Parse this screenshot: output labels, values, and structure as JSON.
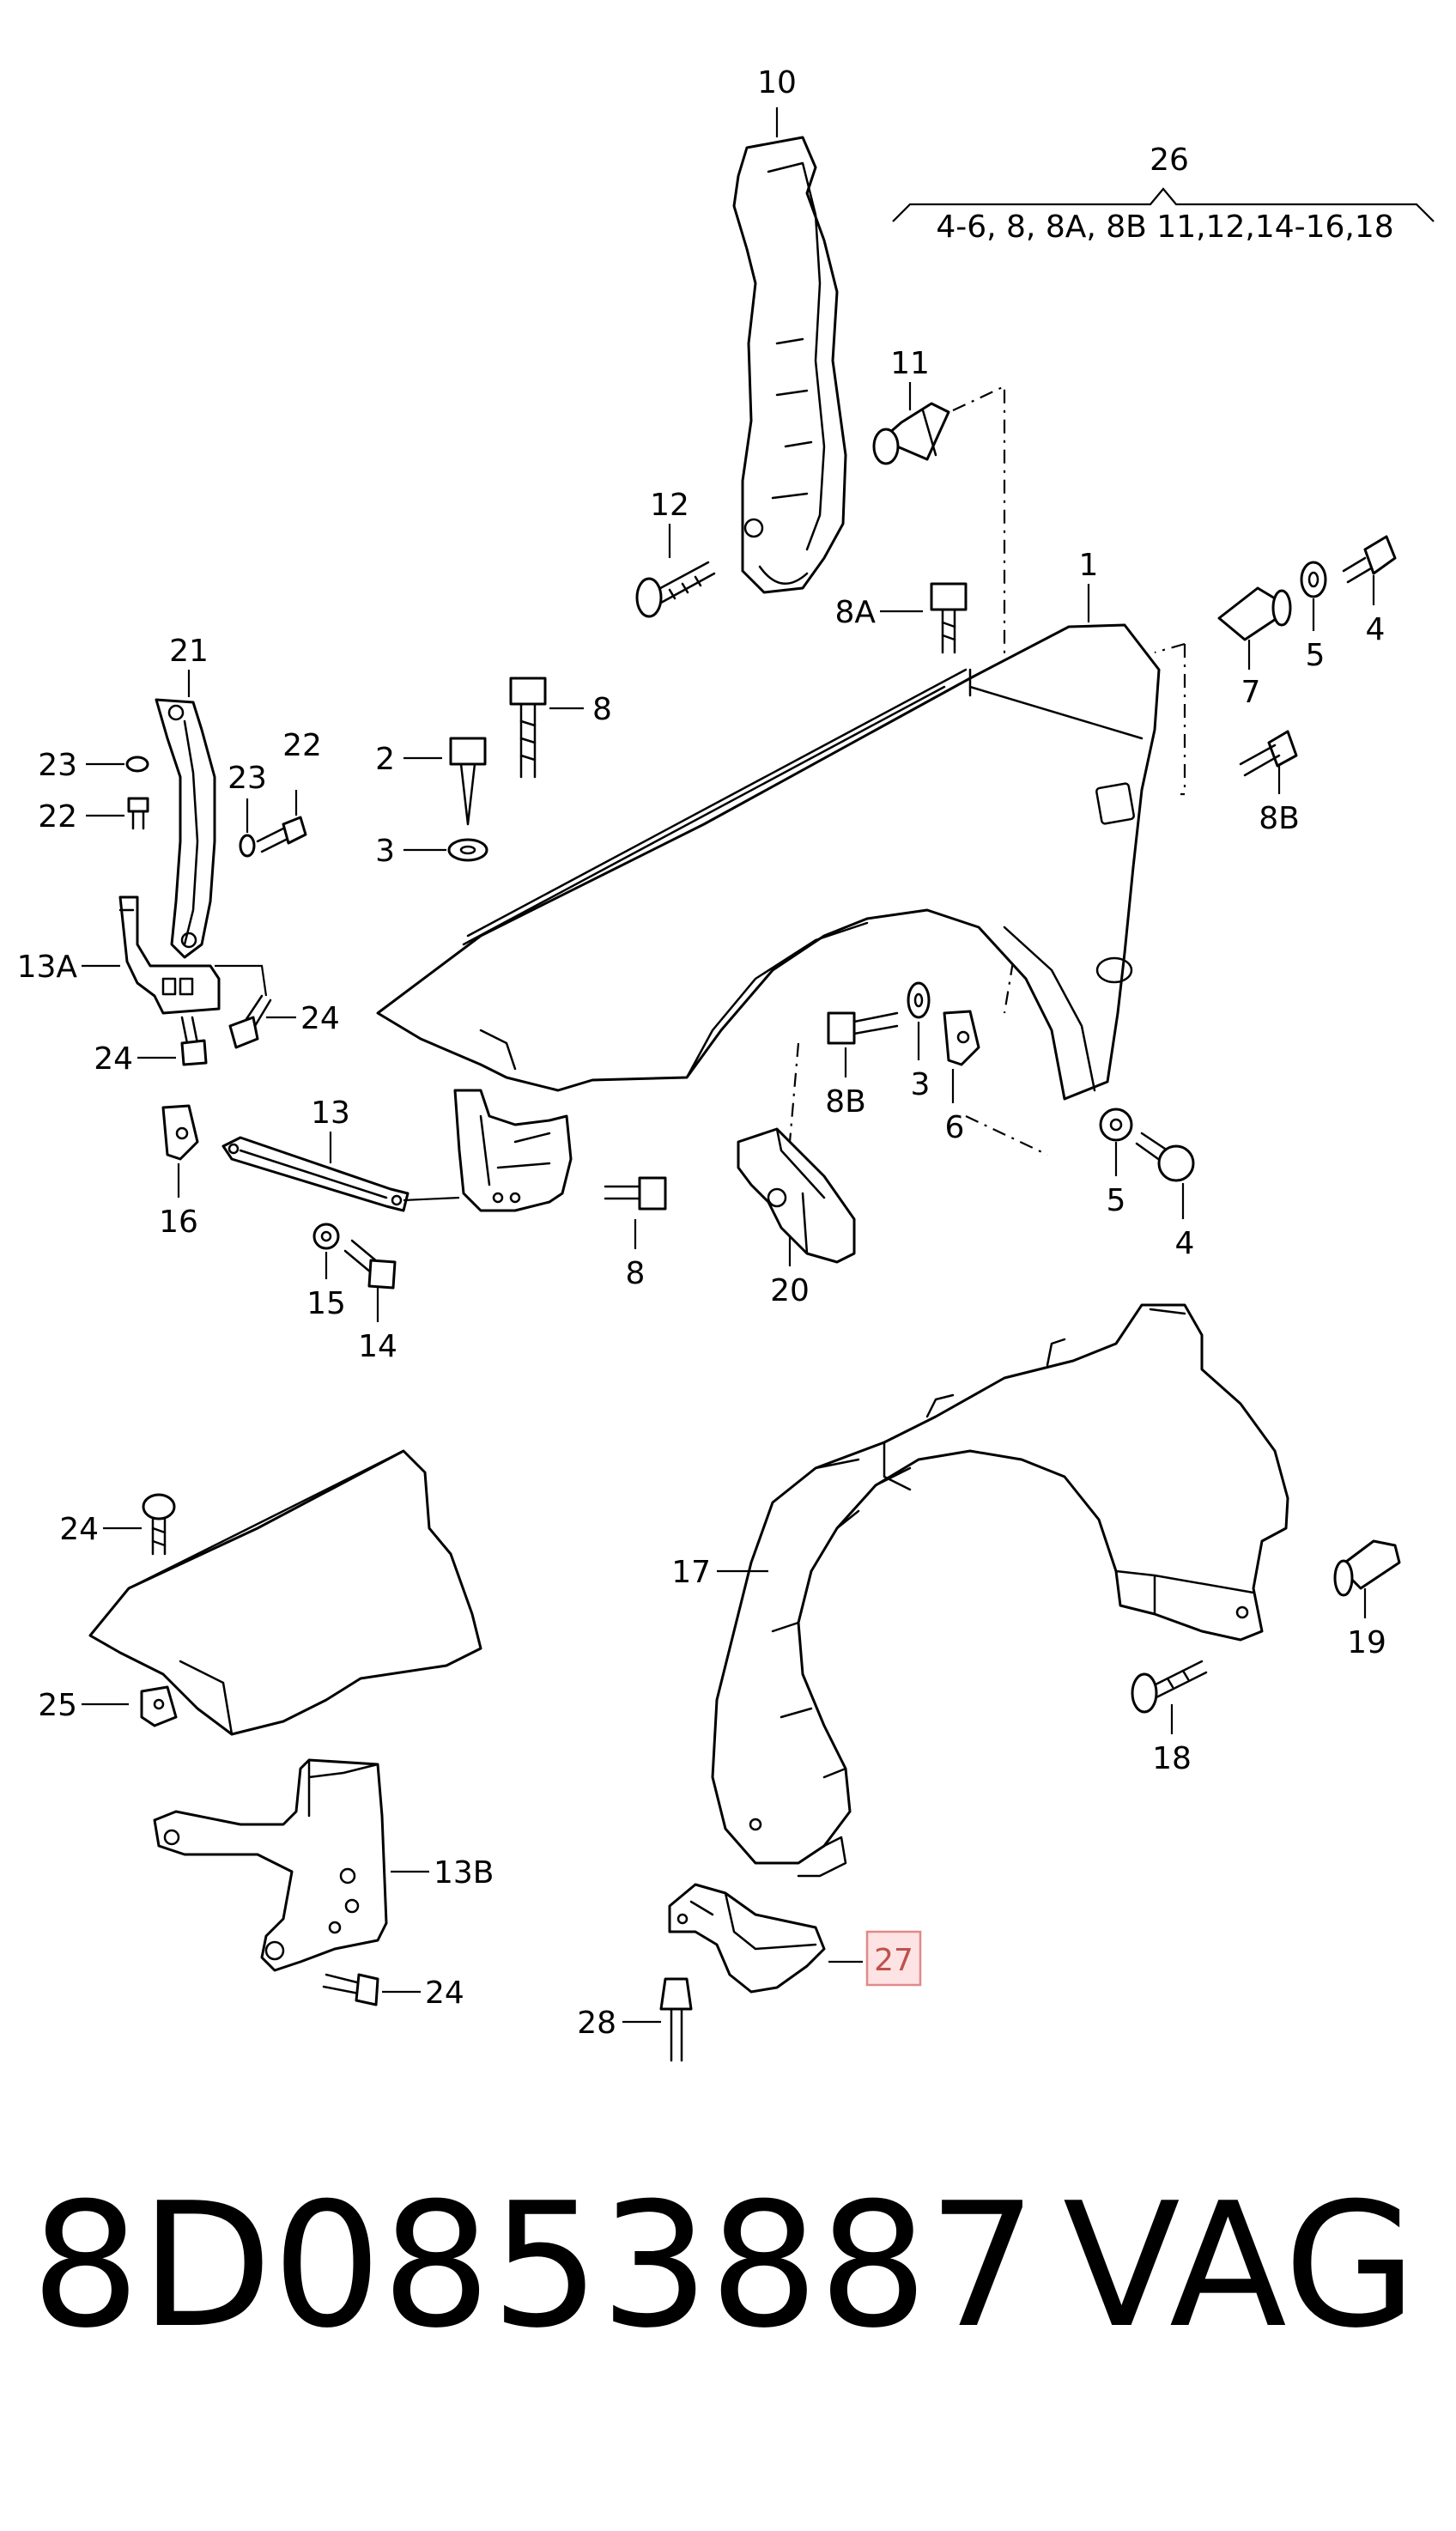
{
  "labels": {
    "l1": "1",
    "l2": "2",
    "l3a": "3",
    "l3b": "3",
    "l4a": "4",
    "l4b": "4",
    "l5a": "5",
    "l5b": "5",
    "l6": "6",
    "l7": "7",
    "l8a": "8",
    "l8b": "8",
    "l8A": "8A",
    "l8Ba": "8B",
    "l8Bb": "8B",
    "l10": "10",
    "l11": "11",
    "l12": "12",
    "l13": "13",
    "l13A": "13A",
    "l13B": "13B",
    "l14": "14",
    "l15": "15",
    "l16": "16",
    "l17": "17",
    "l18": "18",
    "l19": "19",
    "l20": "20",
    "l21": "21",
    "l22a": "22",
    "l22b": "22",
    "l23a": "23",
    "l23b": "23",
    "l24a": "24",
    "l24b": "24",
    "l24c": "24",
    "l24d": "24",
    "l25": "25",
    "l26": "26",
    "l27": "27",
    "l28": "28"
  },
  "kit_note": "4-6, 8, 8A, 8B 11,12,14-16,18",
  "highlighted_part": "27",
  "colors": {
    "highlight_fill": "#fde3e3",
    "highlight_stroke": "#e08a8a",
    "highlight_text": "#c0504d"
  },
  "part_number": "8D0853887",
  "brand": "VAG"
}
